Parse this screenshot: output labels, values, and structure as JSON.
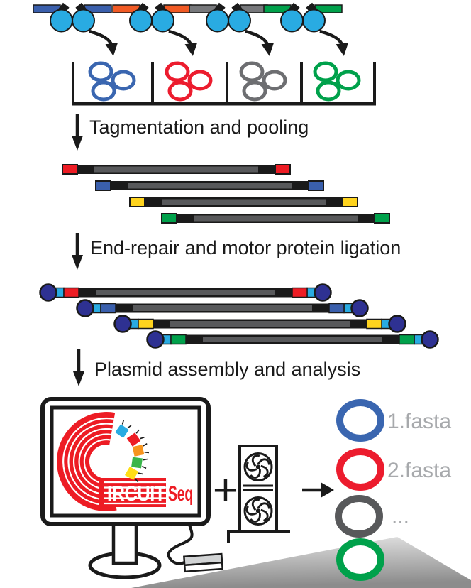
{
  "figure": {
    "steps": {
      "tagmentation": "Tagmentation and pooling",
      "end_repair": "End-repair and motor protein ligation",
      "assembly": "Plasmid assembly and analysis"
    },
    "logo": {
      "circuit": "IRCUIT",
      "seq": "Seq"
    },
    "operators": {
      "plus": "+"
    },
    "outputs": {
      "file1": "1.fasta",
      "file2": "2.fasta",
      "ellipsis": "..."
    },
    "colors": {
      "ink": "#1A1A1A",
      "white": "#FFFFFF",
      "cyan": "#29ABE2",
      "tag_blue": "#3A5FAC",
      "tag_orange": "#F15A24",
      "tag_gray": "#77787B",
      "tag_green": "#00A14B",
      "plasmid_blue": "#3A66B0",
      "plasmid_red": "#EC1C2E",
      "plasmid_gray": "#6D6E71",
      "plasmid_green": "#00A14B",
      "frag_red": "#ED1C24",
      "frag_blue": "#3A5FAC",
      "frag_yellow": "#FFD41E",
      "frag_green": "#00A14B",
      "dna_gray": "#58595B",
      "motor_navy": "#2E3192",
      "label_gray": "#A7A9AC",
      "logo_red": "#ED1C24",
      "logo_sq_blue": "#29ABE2",
      "logo_sq_red": "#ED1C24",
      "logo_sq_orange": "#F7941D",
      "logo_sq_green": "#39B54A",
      "logo_sq_yellow": "#FFDE17",
      "device_gray": "#D1D3D4",
      "out_gray": "#58595B",
      "wedge_light": "#E6E6E6",
      "wedge_dark": "#8C8C8C"
    }
  }
}
